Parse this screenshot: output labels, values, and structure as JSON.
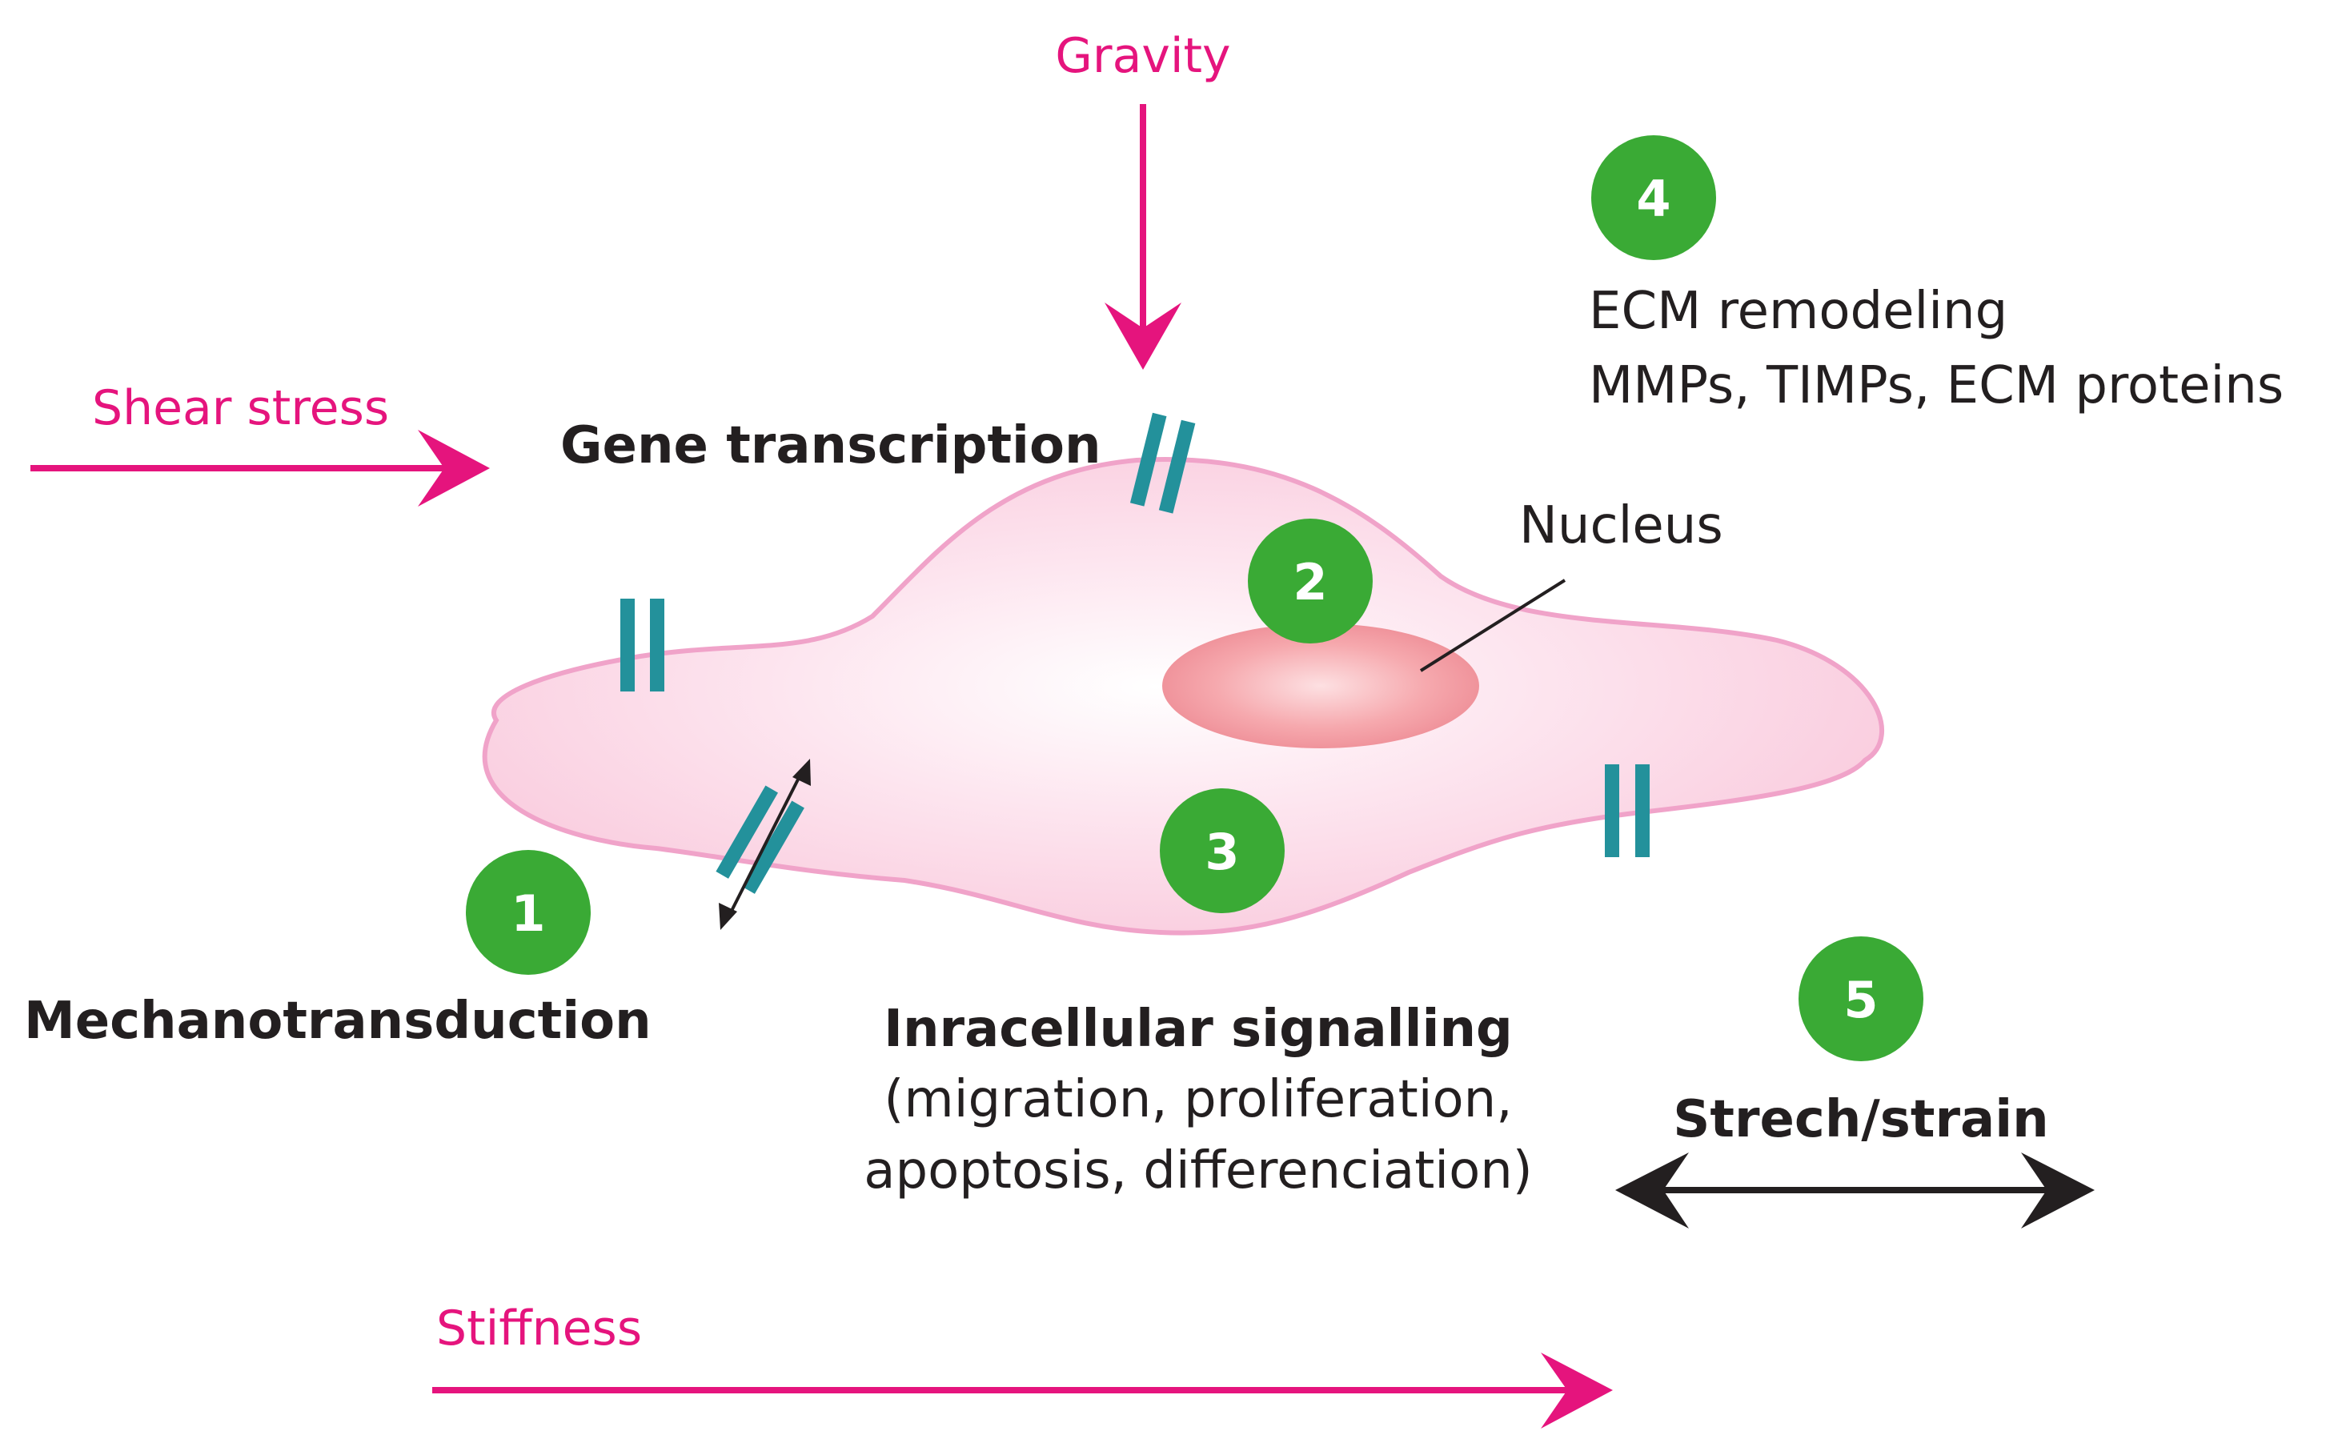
{
  "forces": {
    "gravity": "Gravity",
    "shear_stress": "Shear stress",
    "stiffness": "Stiffness"
  },
  "labels": {
    "gene_transcription": "Gene transcription",
    "nucleus": "Nucleus",
    "mechanotransduction": "Mechanotransduction",
    "intracellular_title": "Inracellular signalling",
    "intracellular_line1": "(migration, proliferation,",
    "intracellular_line2": "apoptosis, differenciation)",
    "ecm_line1": "ECM remodeling",
    "ecm_line2": "MMPs, TIMPs, ECM proteins",
    "stretch_strain": "Strech/strain"
  },
  "badges": {
    "b1": "1",
    "b2": "2",
    "b3": "3",
    "b4": "4",
    "b5": "5"
  },
  "colors": {
    "force_arrow": "#e5147d",
    "badge": "#3aaa35",
    "receptor": "#23919b",
    "cell_outline": "#f0a3c9",
    "nucleus": "#ef8a95",
    "text": "#231f20"
  }
}
